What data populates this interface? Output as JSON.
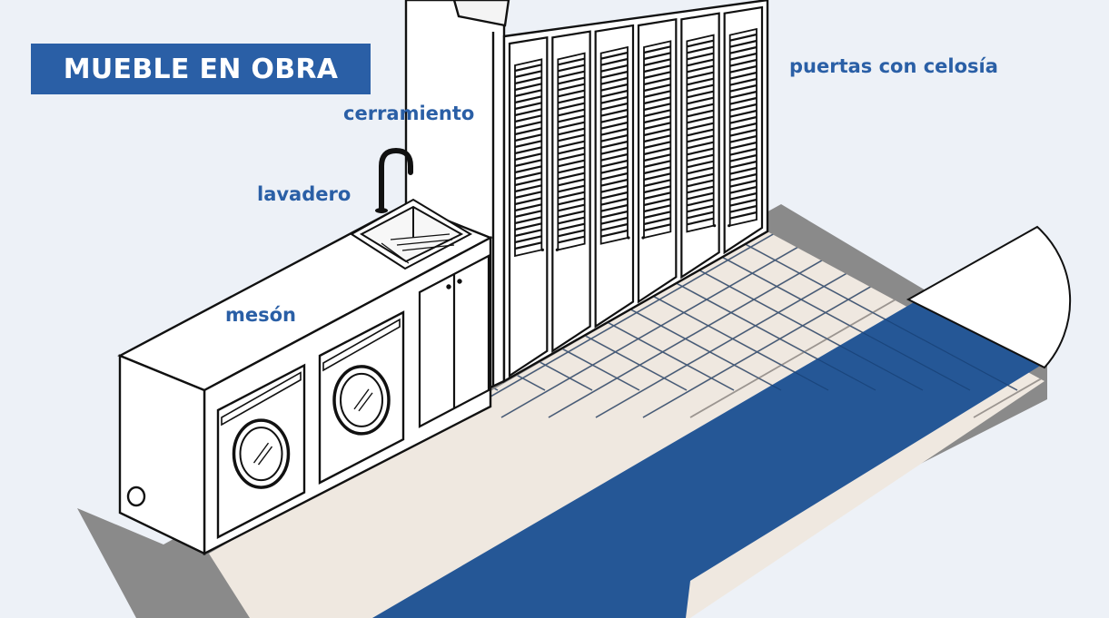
{
  "title": "MUEBLE EN OBRA",
  "labels": {
    "cerramiento": "cerramiento",
    "puertas": "puertas con celosía",
    "lavadero": "lavadero",
    "meson": "mesón"
  },
  "colors": {
    "background": "#edf1f7",
    "accent": "#2a5fa6",
    "floor_tiles": "#efe8e0",
    "runner": "#255796",
    "shadow": "#888888",
    "outline": "#111111"
  }
}
